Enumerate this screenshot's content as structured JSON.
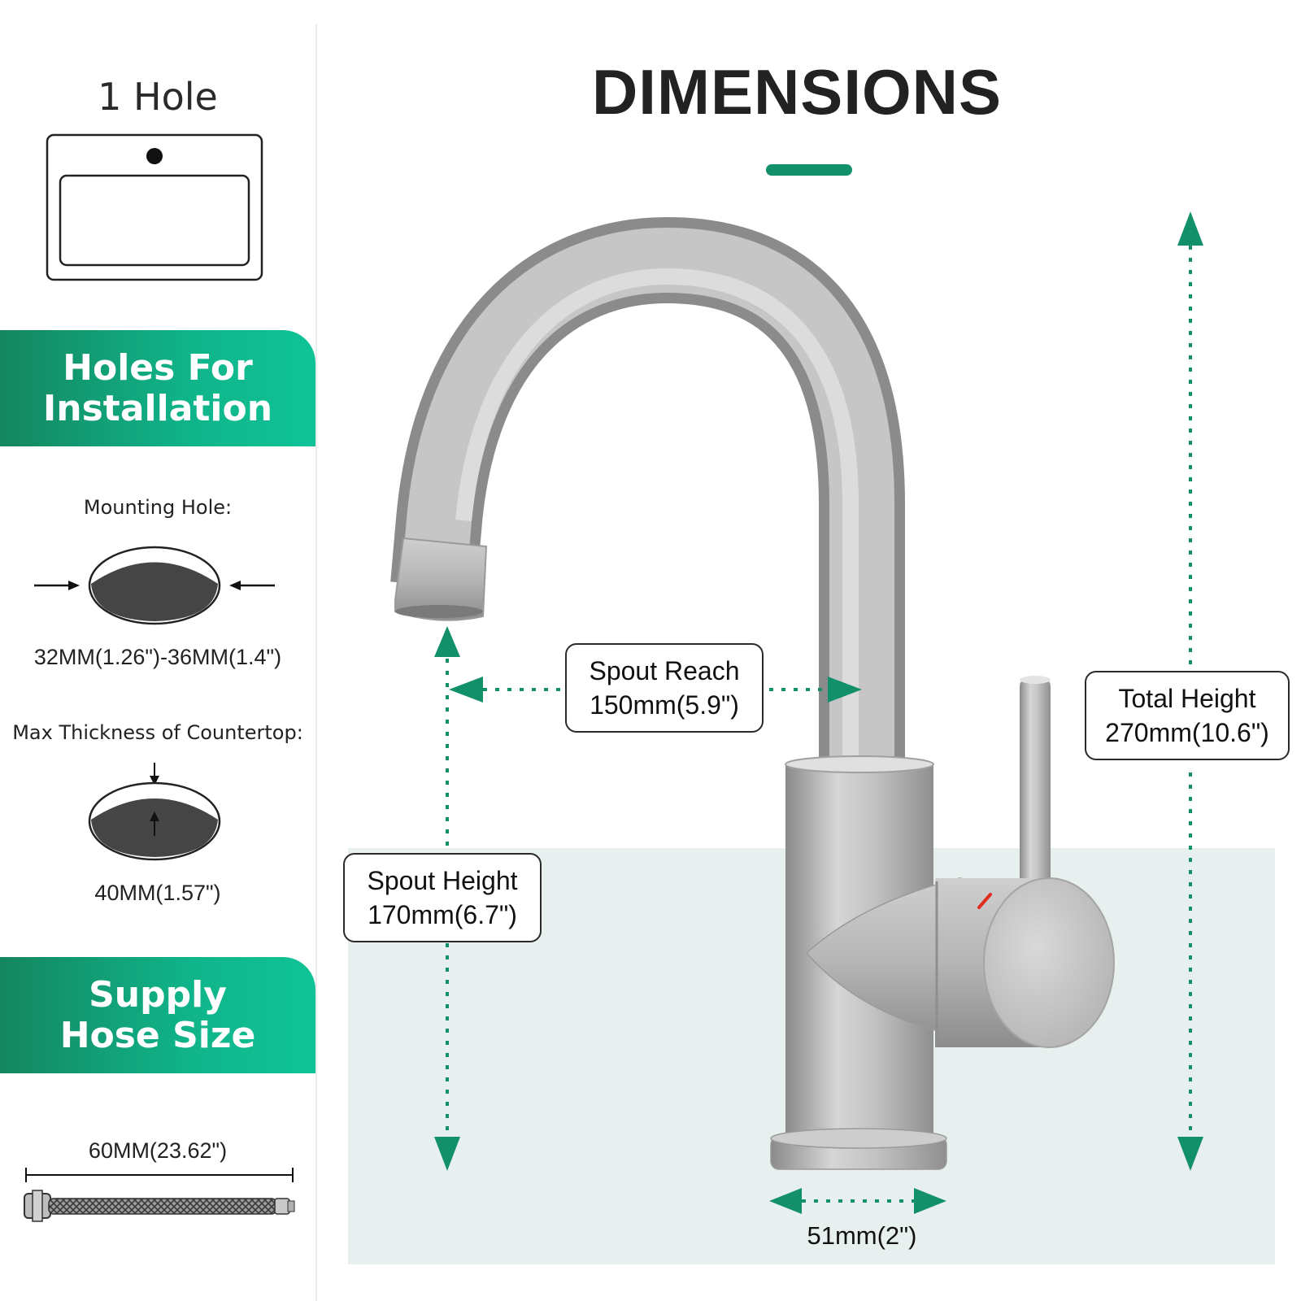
{
  "left_panel": {
    "hole_count_title": "1 Hole",
    "banner_holes": {
      "line1": "Holes For",
      "line2": "Installation"
    },
    "mounting_hole": {
      "label": "Mounting Hole:",
      "value": "32MM(1.26\")-36MM(1.4\")"
    },
    "countertop": {
      "label": "Max Thickness of Countertop:",
      "value": "40MM(1.57\")"
    },
    "banner_hose": {
      "line1": "Supply",
      "line2": "Hose Size"
    },
    "hose": {
      "value": "60MM(23.62\")"
    }
  },
  "main": {
    "title": "DIMENSIONS",
    "spout_reach": {
      "label": "Spout Reach",
      "value": "150mm(5.9\")"
    },
    "total_height": {
      "label": "Total Height",
      "value": "270mm(10.6\")"
    },
    "spout_height": {
      "label": "Spout Height",
      "value": "170mm(6.7\")"
    },
    "base_width": {
      "value": "51mm(2\")"
    }
  },
  "colors": {
    "accent_green": "#11906a",
    "banner_gradient_start": "#14865f",
    "banner_gradient_end": "#0fc396",
    "panel_background": "#e7f0ef",
    "faucet_metal": "#b9b9b9"
  },
  "icons": {
    "sink": "sink-top-view-icon",
    "mounting_hole": "mounting-hole-diagram-icon",
    "countertop": "countertop-thickness-diagram-icon",
    "hose": "braided-hose-icon",
    "faucet": "faucet-illustration"
  }
}
